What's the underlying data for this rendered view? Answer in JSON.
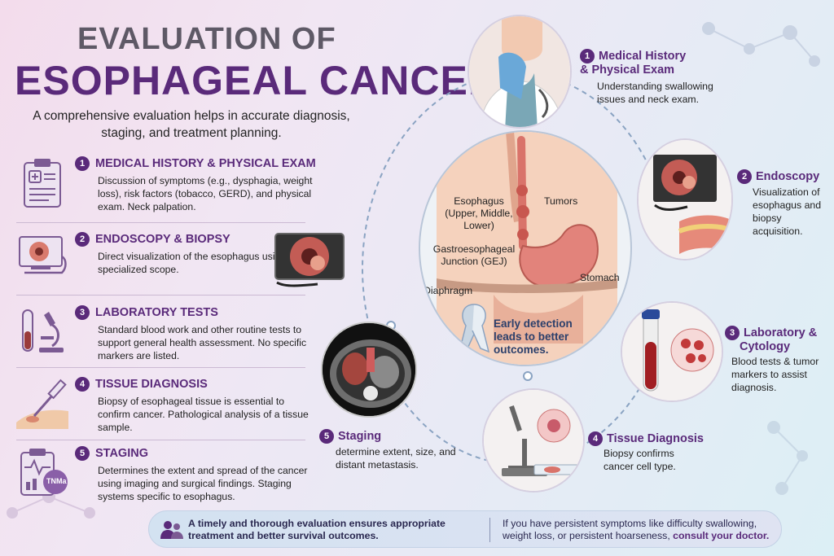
{
  "title": {
    "line1": "EVALUATION OF",
    "line2": "ESOPHAGEAL CANCER"
  },
  "intro": "A comprehensive evaluation helps in accurate diagnosis, staging, and treatment planning.",
  "left_steps": [
    {
      "num": "1",
      "title": "MEDICAL HISTORY & PHYSICAL EXAM",
      "desc": "Discussion of symptoms (e.g., dysphagia, weight loss), risk factors (tobacco, GERD), and physical exam. Neck palpation.",
      "icon": "clipboard-icon"
    },
    {
      "num": "2",
      "title": "ENDOSCOPY & BIOPSY",
      "desc": "Direct visualization of the esophagus using a specialized scope.",
      "icon": "endoscope-monitor-icon"
    },
    {
      "num": "3",
      "title": "LABORATORY TESTS",
      "desc": "Standard blood work and other routine tests to support general health assessment. No specific markers are listed.",
      "icon": "test-tube-microscope-icon"
    },
    {
      "num": "4",
      "title": "TISSUE DIAGNOSIS",
      "desc": "Biopsy of esophageal tissue is essential to confirm cancer. Pathological analysis of a tissue sample.",
      "icon": "biopsy-needle-icon"
    },
    {
      "num": "5",
      "title": "STAGING",
      "desc": "Determines the extent and spread of the cancer using imaging and surgical findings. Staging systems specific to esophagus.",
      "icon": "tnm-clipboard-icon",
      "badge": "TNMa"
    }
  ],
  "right_steps": [
    {
      "num": "1",
      "title_l1": "Medical History",
      "title_l2": "& Physical Exam",
      "desc": "Understanding swallowing issues and neck exam."
    },
    {
      "num": "2",
      "title_l1": "Endoscopy",
      "title_l2": "",
      "desc": "Visualization of esophagus and biopsy acquisition."
    },
    {
      "num": "3",
      "title_l1": "Laboratory &",
      "title_l2": "Cytology",
      "desc": "Blood tests & tumor markers to assist diagnosis."
    },
    {
      "num": "4",
      "title_l1": "Tissue Diagnosis",
      "title_l2": "",
      "desc": "Biopsy confirms cancer cell type."
    },
    {
      "num": "5",
      "title_l1": "Staging",
      "title_l2": "",
      "desc": "determine extent, size, and distant metastasis."
    }
  ],
  "anatomy": {
    "esophagus": "Esophagus (Upper, Middle, Lower)",
    "tumors": "Tumors",
    "gej": "Gastroesophageal Junction (GEJ)",
    "stomach": "Stomach",
    "diaphragm": "Diaphragm",
    "ribbon": "Early detection leads to better outcomes."
  },
  "footer": {
    "left": "A timely and thorough evaluation ensures appropriate treatment and better survival outcomes.",
    "right": "If you have persistent symptoms like difficulty swallowing, weight loss, or persistent hoarseness,",
    "cta": "consult your doctor."
  },
  "colors": {
    "accent": "#5a2a7a",
    "heading_gray": "#5e5966",
    "ring": "#8aa3c2",
    "tissue": "#d9736a"
  }
}
